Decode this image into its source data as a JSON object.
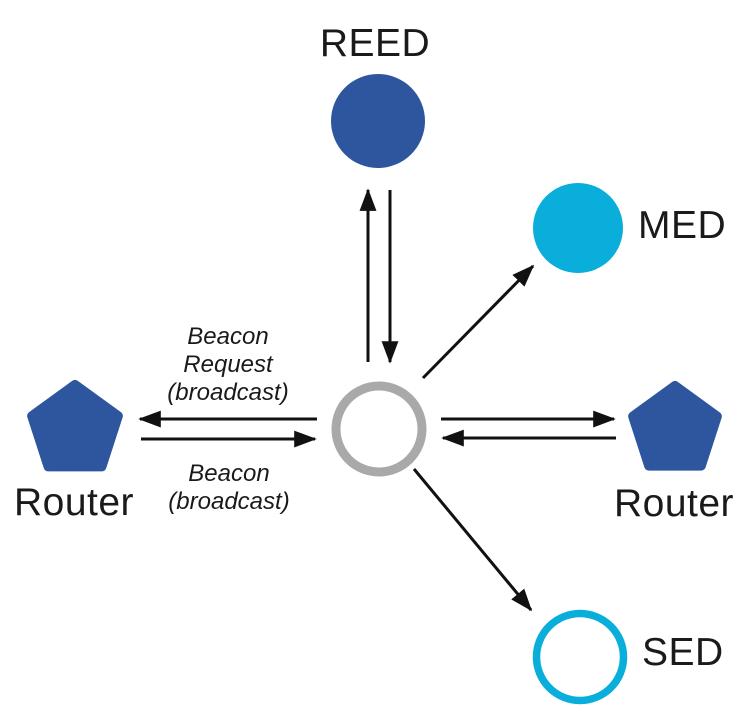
{
  "diagram": {
    "description": "Thread network joining diagram: a joining device (center) exchanges beacons with routers and connects to REED, MED, SED devices",
    "nodes": {
      "reed": {
        "label": "REED",
        "shape": "circle",
        "fill": "#2E569E"
      },
      "med": {
        "label": "MED",
        "shape": "circle",
        "fill": "#09AEDB"
      },
      "sed": {
        "label": "SED",
        "shape": "circle-outline",
        "stroke": "#09AEDB"
      },
      "router_left": {
        "label": "Router",
        "shape": "pentagon",
        "fill": "#2E569E"
      },
      "router_right": {
        "label": "Router",
        "shape": "pentagon",
        "fill": "#2E569E"
      },
      "joiner": {
        "label": "",
        "shape": "circle-outline",
        "stroke": "#A9A9A9"
      }
    },
    "edge_labels": {
      "beacon_request": {
        "line1": "Beacon",
        "line2": "Request",
        "line3": "(broadcast)"
      },
      "beacon": {
        "line1": "Beacon",
        "line2": "(broadcast)"
      }
    },
    "edges": [
      {
        "name": "joiner-to-reed",
        "from": "joiner",
        "to": "reed"
      },
      {
        "name": "reed-to-joiner",
        "from": "reed",
        "to": "joiner"
      },
      {
        "name": "joiner-to-med",
        "from": "joiner",
        "to": "med"
      },
      {
        "name": "joiner-to-router-left",
        "from": "joiner",
        "to": "router_left",
        "label": "Beacon Request (broadcast)"
      },
      {
        "name": "router-left-to-joiner",
        "from": "router_left",
        "to": "joiner",
        "label": "Beacon (broadcast)"
      },
      {
        "name": "joiner-to-router-right",
        "from": "joiner",
        "to": "router_right"
      },
      {
        "name": "router-right-to-joiner",
        "from": "router_right",
        "to": "joiner"
      },
      {
        "name": "joiner-to-sed",
        "from": "joiner",
        "to": "sed"
      }
    ],
    "colors": {
      "node_blue": "#2E569E",
      "node_cyan": "#09AEDB",
      "joiner_gray": "#A9A9A9",
      "arrow_black": "#111111",
      "label_black": "#1A1A1A"
    }
  }
}
